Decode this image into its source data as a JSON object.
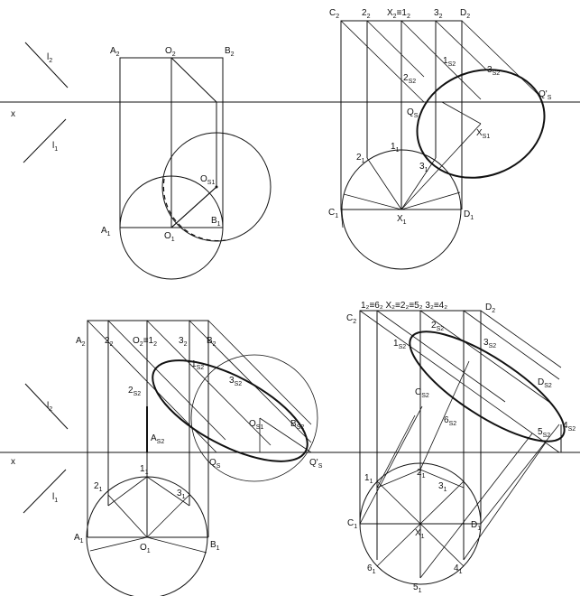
{
  "labels": {
    "x": "x",
    "l": "l",
    "l2_sub": "2",
    "l1_sub": "1",
    "p1": {
      "A2": "A",
      "A2s": "2",
      "O2": "O",
      "O2s": "2",
      "B2": "B",
      "B2s": "2",
      "A1": "A",
      "A1s": "1",
      "O1": "O",
      "O1s": "1",
      "B1": "B",
      "B1s": "1",
      "OS1": "O",
      "OS1s": "S1"
    },
    "p2": {
      "C2": "C",
      "C2s": "2",
      "t2": "2",
      "t2s": "2",
      "X2": "X",
      "X2s": "2",
      "eq": "≡",
      "one": "1",
      "ones": "2",
      "th": "3",
      "ths": "2",
      "D2": "D",
      "D2s": "2",
      "oneS2": "1",
      "oneS2s": "S2",
      "twoS2": "2",
      "twoS2s": "S2",
      "thS2": "3",
      "thS2s": "S2",
      "QS": "Q",
      "QSs": "S",
      "QpS": "Q'",
      "QpSs": "S",
      "XS1": "X",
      "XS1s": "S1",
      "t1": "2",
      "t1s": "1",
      "o1": "1",
      "o1s": "1",
      "th1": "3",
      "th1s": "1",
      "C1": "C",
      "C1s": "1",
      "X1": "X",
      "X1s": "1",
      "D1": "D",
      "D1s": "1"
    },
    "p3": {
      "A2": "A",
      "A2s": "2",
      "t2": "2",
      "t2s": "2",
      "O2": "O",
      "O2s": "2",
      "eq": "≡",
      "one": "1",
      "ones": "2",
      "th": "3",
      "ths": "2",
      "B2": "B",
      "B2s": "2",
      "oneS2": "1",
      "oneS2s": "S2",
      "twoS2": "2",
      "twoS2s": "S2",
      "thS2": "3",
      "thS2s": "S2",
      "AS2": "A",
      "AS2s": "S2",
      "OS1": "O",
      "OS1s": "S1",
      "BS2": "B",
      "BS2s": "S2",
      "QS": "Q",
      "QSs": "S",
      "QpS": "Q'",
      "QpSs": "S",
      "o1": "1",
      "o1s": "1",
      "t1": "2",
      "t1s": "1",
      "th1": "3",
      "th1s": "1",
      "A1": "A",
      "A1s": "1",
      "O1": "O",
      "O1s": "1",
      "B1": "B",
      "B1s": "1"
    },
    "p4": {
      "top": "1₂≡6₂  X₂≡2₂≡5₂  3₂≡4₂",
      "C2": "C",
      "C2s": "2",
      "D2": "D",
      "D2s": "2",
      "oneS2": "1",
      "oneS2s": "S2",
      "twoS2": "2",
      "twoS2s": "S2",
      "thS2": "3",
      "thS2s": "S2",
      "CS2": "C",
      "CS2s": "S2",
      "DS2": "D",
      "DS2s": "S2",
      "sixS2": "6",
      "sixS2s": "S2",
      "fiveS2": "5",
      "fiveS2s": "S2",
      "fourS2": "4",
      "fourS2s": "S2",
      "o1": "1",
      "o1s": "1",
      "t1": "2",
      "t1s": "1",
      "th1": "3",
      "th1s": "1",
      "C1": "C",
      "C1s": "1",
      "X1": "X",
      "X1s": "1",
      "D1": "D",
      "D1s": "1",
      "six1": "6",
      "six1s": "1",
      "five1": "5",
      "five1s": "1",
      "four1": "4",
      "four1s": "1"
    }
  }
}
